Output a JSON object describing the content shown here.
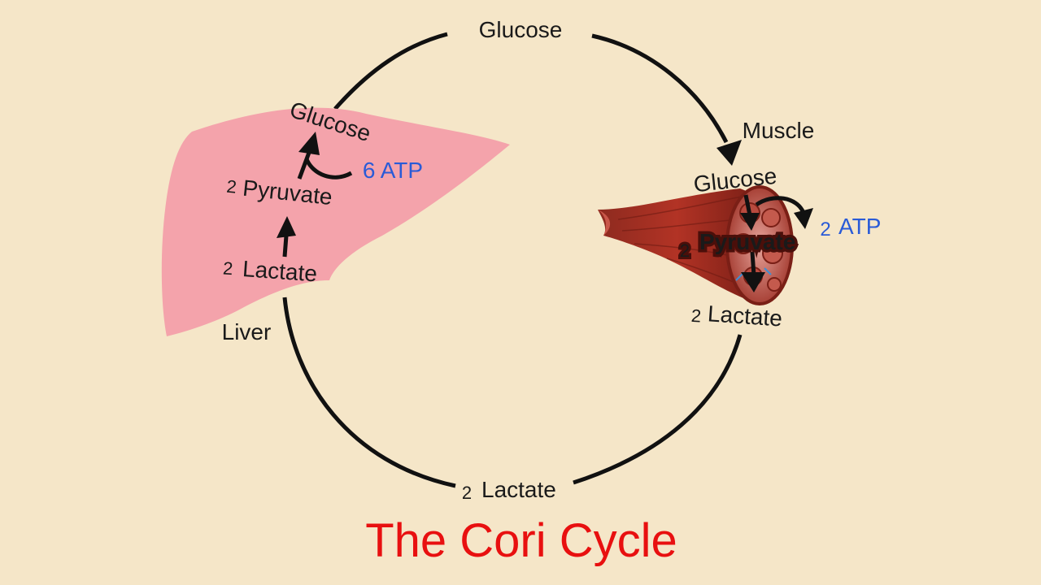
{
  "diagram": {
    "title": "The Cori Cycle",
    "top_glucose": "Glucose",
    "bottom_lactate": {
      "coefficient": "2",
      "label": "Lactate"
    },
    "liver": {
      "name": "Liver",
      "glucose": "Glucose",
      "atp": "6 ATP",
      "pyruvate": {
        "coefficient": "2",
        "label": "Pyruvate"
      },
      "lactate": {
        "coefficient": "2",
        "label": "Lactate"
      }
    },
    "muscle": {
      "name": "Muscle",
      "glucose": "Glucose",
      "atp": {
        "coefficient": "2",
        "label": "ATP"
      },
      "pyruvate": {
        "coefficient": "2",
        "label": "Pyruvate"
      },
      "lactate": {
        "coefficient": "2",
        "label": "Lactate"
      }
    }
  },
  "colors": {
    "background": "#f5e6c8",
    "liver": "#f4a3ab",
    "muscle": "#a8281e",
    "atp": "#2a5bd7",
    "title": "#e81010",
    "line": "#111111"
  }
}
